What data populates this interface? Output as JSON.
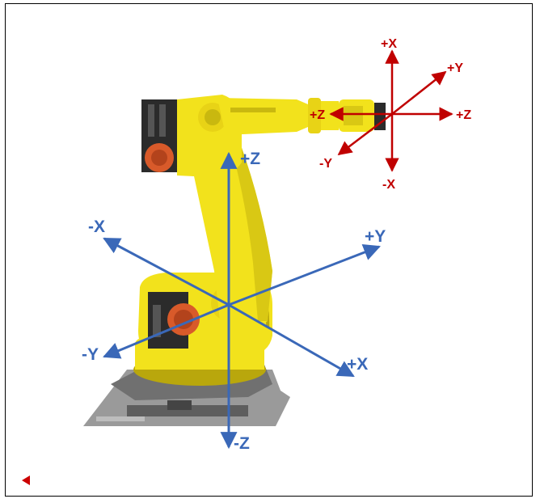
{
  "colors": {
    "base_axes": "#3a68b8",
    "tool_axes": "#c00000",
    "robot_body": "#f2e21c",
    "robot_shadow": "#b9a70c",
    "motor": "#d85a2a",
    "base_metal": "#8c8c8c",
    "border": "#000000",
    "nav_arrow": "#cc0000"
  },
  "base_frame": {
    "labels": {
      "pz": "+Z",
      "nz": "-Z",
      "px": "+X",
      "nx": "-X",
      "py": "+Y",
      "ny": "-Y"
    }
  },
  "tool_frame": {
    "labels": {
      "px": "+X",
      "nx": "-X",
      "py": "+Y",
      "ny": "-Y",
      "pz": "+Z",
      "nz": "+Z"
    }
  },
  "icons": {
    "nav": "triangle-left-icon"
  }
}
